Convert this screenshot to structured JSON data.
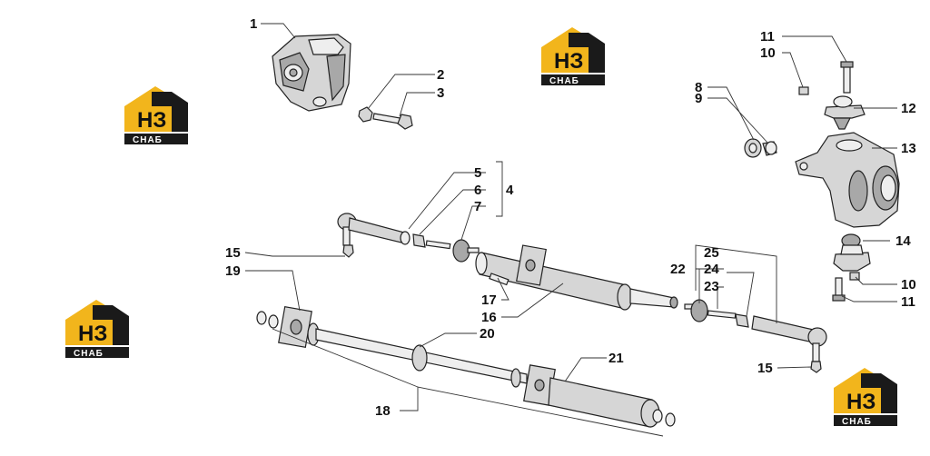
{
  "brand": {
    "logo_text": "НЗ",
    "logo_subtext": "СНАБ",
    "colors": {
      "accent": "#f2b51c",
      "dark": "#1a1a1a",
      "light": "#ffffff"
    }
  },
  "callouts": [
    "1",
    "2",
    "3",
    "4",
    "5",
    "6",
    "7",
    "8",
    "9",
    "10",
    "11",
    "12",
    "13",
    "14",
    "15",
    "16",
    "17",
    "18",
    "19",
    "20",
    "21",
    "22",
    "23",
    "24",
    "25",
    "10",
    "11",
    "15"
  ]
}
